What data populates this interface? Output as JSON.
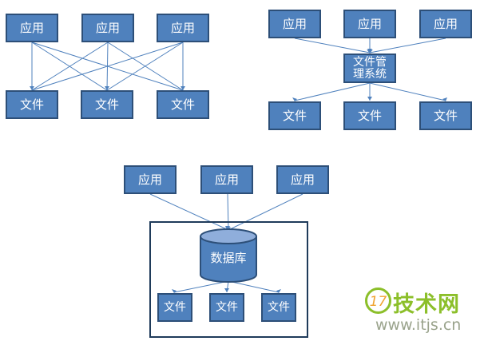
{
  "diagram1": {
    "apps": [
      "应用",
      "应用",
      "应用"
    ],
    "files": [
      "文件",
      "文件",
      "文件"
    ]
  },
  "diagram2": {
    "apps": [
      "应用",
      "应用",
      "应用"
    ],
    "fms_line1": "文件管",
    "fms_line2": "理系统",
    "files": [
      "文件",
      "文件",
      "文件"
    ]
  },
  "diagram3": {
    "apps": [
      "应用",
      "应用",
      "应用"
    ],
    "db": "数据库",
    "files": [
      "文件",
      "文件",
      "文件"
    ]
  },
  "watermark": {
    "brand": "技术网",
    "url": "www.itjs.cn"
  },
  "colors": {
    "box_fill": "#4f81bd",
    "box_border": "#2d4f78",
    "line": "#4f81bd"
  }
}
